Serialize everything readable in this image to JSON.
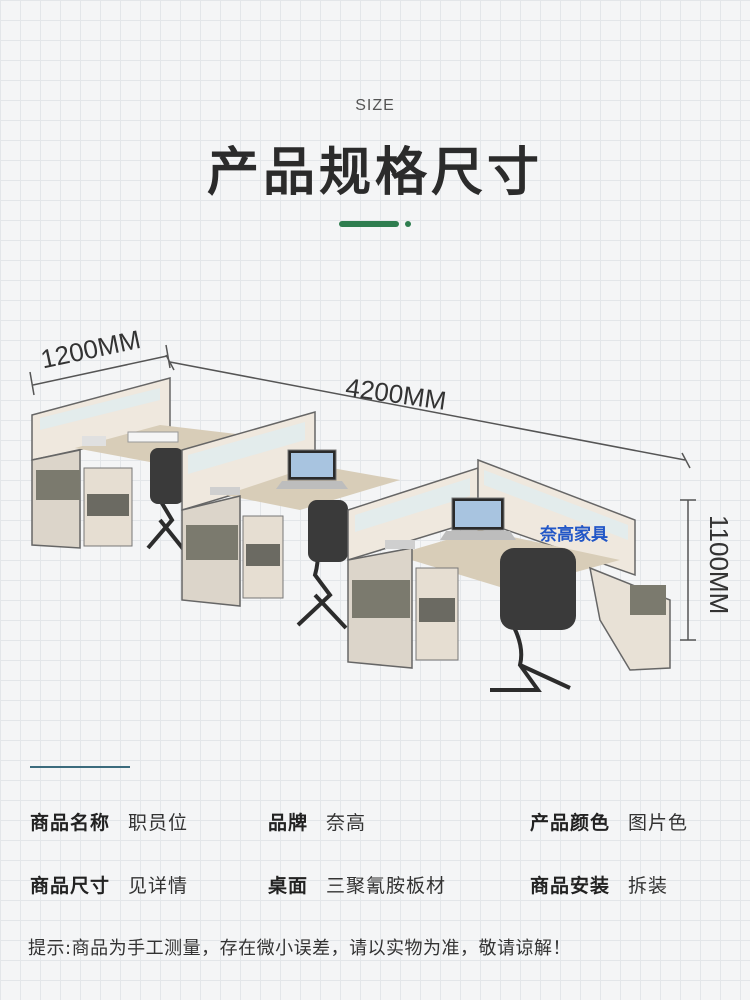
{
  "header": {
    "size_label": "SIZE",
    "title": "产品规格尺寸",
    "accent_color": "#2e7d4f"
  },
  "dimensions": {
    "width": "1200MM",
    "length": "4200MM",
    "height": "1100MM"
  },
  "product_image": {
    "watermark": "奈高家具"
  },
  "specs": [
    {
      "label": "商品名称",
      "value": "职员位"
    },
    {
      "label": "品牌",
      "value": "奈高"
    },
    {
      "label": "产品颜色",
      "value": "图片色"
    },
    {
      "label": "商品尺寸",
      "value": "见详情"
    },
    {
      "label": "桌面",
      "value": "三聚氰胺板材"
    },
    {
      "label": "商品安装",
      "value": "拆装"
    }
  ],
  "note": "提示:商品为手工测量，存在微小误差，请以实物为准，敬请谅解！"
}
